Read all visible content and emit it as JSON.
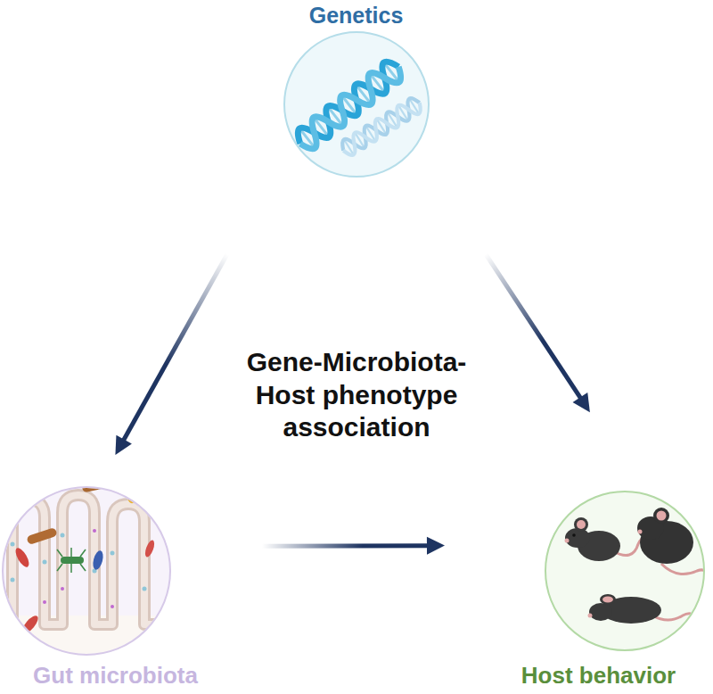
{
  "diagram": {
    "nodes": [
      {
        "text": [
          "Genetics"
        ]
      },
      {
        "text": [
          "Gut microbiota"
        ]
      },
      {
        "text": [
          "Host behavior"
        ]
      }
    ],
    "edges": [
      {
        "from": 0,
        "to": 1,
        "arrow": "to"
      },
      {
        "from": 0,
        "to": 2,
        "arrow": "to"
      },
      {
        "from": 1,
        "to": 2,
        "arrow": "to"
      }
    ],
    "labels": [
      "Gene-Microbiota-Host phenotype association"
    ]
  }
}
